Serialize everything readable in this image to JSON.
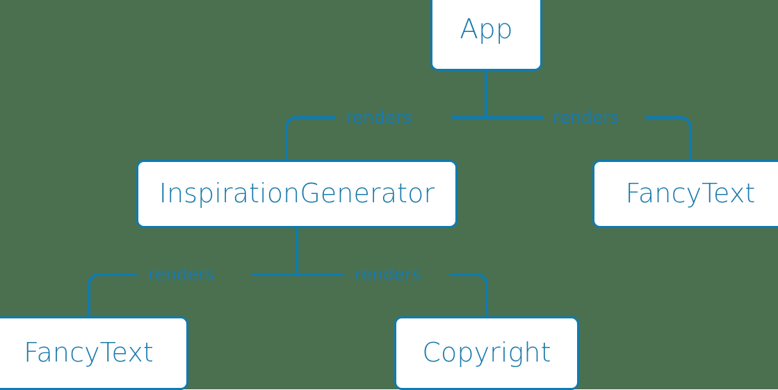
{
  "diagram": {
    "type": "component-tree",
    "background_color": "#4a7050",
    "accent_color": "#0f7bb0",
    "text_color": "#1a7aab",
    "node_fill": "#ffffff",
    "nodes": [
      {
        "id": "app",
        "label": "App"
      },
      {
        "id": "inspiration",
        "label": "InspirationGenerator"
      },
      {
        "id": "fancytext_right",
        "label": "FancyText"
      },
      {
        "id": "fancytext_left",
        "label": "FancyText"
      },
      {
        "id": "copyright",
        "label": "Copyright"
      }
    ],
    "edges": [
      {
        "from": "app",
        "to": "inspiration",
        "label": "renders"
      },
      {
        "from": "app",
        "to": "fancytext_right",
        "label": "renders"
      },
      {
        "from": "inspiration",
        "to": "fancytext_left",
        "label": "renders"
      },
      {
        "from": "inspiration",
        "to": "copyright",
        "label": "renders"
      }
    ]
  }
}
